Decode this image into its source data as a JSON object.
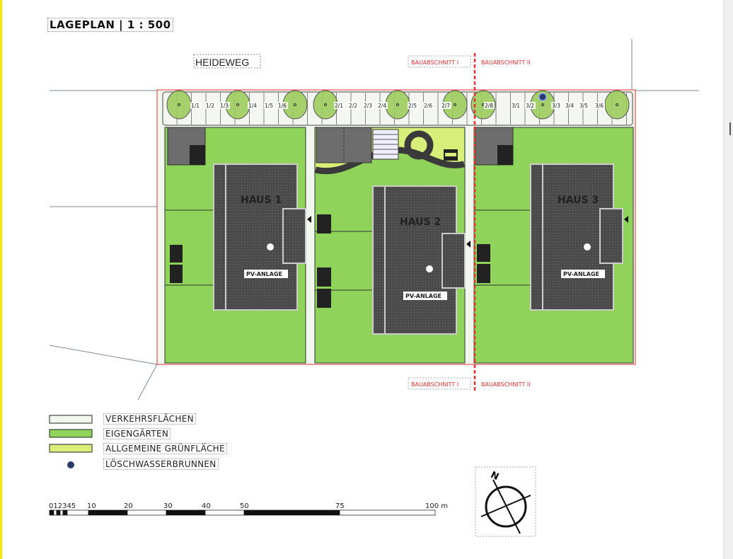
{
  "title": "LAGEPLAN | 1 : 500",
  "street": "HEIDEWEG",
  "phases": {
    "phase1": "BAUABSCHNITT I",
    "phase2": "BAUABSCHNITT II"
  },
  "houses": [
    {
      "label": "HAUS 1",
      "roof_label": "PV-ANLAGE"
    },
    {
      "label": "HAUS 2",
      "roof_label": "PV-ANLAGE"
    },
    {
      "label": "HAUS 3",
      "roof_label": "PV-ANLAGE"
    }
  ],
  "parking_labels": [
    "1/1",
    "1/2",
    "1/3",
    "1/4",
    "1/5",
    "1/6",
    "2/1",
    "2/2",
    "2/3",
    "2/4",
    "2/5",
    "2/6",
    "2/7",
    "2/8",
    "3/1",
    "3/2",
    "3/3",
    "3/4",
    "3/5",
    "3/6"
  ],
  "legend": [
    {
      "label": "VERKEHRSFLÄCHEN",
      "color": "#f2f7ee"
    },
    {
      "label": "EIGENGÄRTEN",
      "color": "#8fd35a"
    },
    {
      "label": "ALLGEMEINE GRÜNFLÄCHE",
      "color": "#d8f07a"
    },
    {
      "label": "LÖSCHWASSERBRUNNEN",
      "color": "#2c3a6a"
    }
  ],
  "scale_bar": {
    "labels": [
      "012345",
      "10",
      "20",
      "30",
      "40",
      "50",
      "75",
      "100 m"
    ]
  },
  "compass": {
    "label": "N"
  },
  "colors": {
    "garden": "#8fd35a",
    "common_green": "#d8f07a",
    "roof": "#4a4a4a",
    "phase_line": "#e53030"
  }
}
